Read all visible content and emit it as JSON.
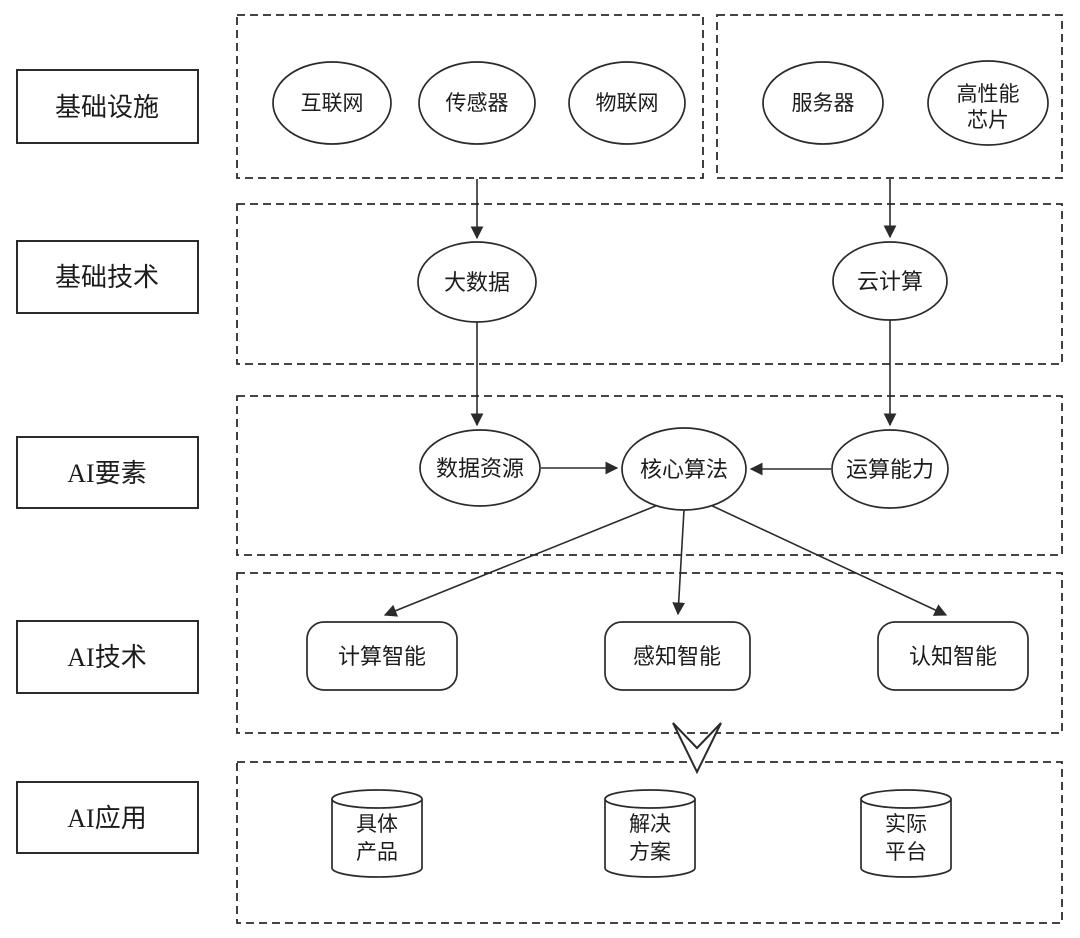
{
  "colors": {
    "stroke": "#2b2b2b",
    "text": "#1c1c1c",
    "background": "#ffffff"
  },
  "rows": {
    "infrastructure": {
      "label": "基础设施",
      "groups": {
        "network": {
          "internet": "互联网",
          "sensor": "传感器",
          "iot": "物联网"
        },
        "hardware": {
          "server": "服务器",
          "hp_chip": [
            "高性能",
            "芯片"
          ]
        }
      }
    },
    "base_technology": {
      "label": "基础技术",
      "nodes": {
        "big_data": "大数据",
        "cloud_computing": "云计算"
      }
    },
    "ai_elements": {
      "label": "AI要素",
      "nodes": {
        "data_resource": "数据资源",
        "core_algorithm": "核心算法",
        "computing_power": "运算能力"
      }
    },
    "ai_technology": {
      "label": "AI技术",
      "nodes": {
        "computational": "计算智能",
        "perceptual": "感知智能",
        "cognitive": "认知智能"
      }
    },
    "ai_application": {
      "label": "AI应用",
      "nodes": {
        "product": [
          "具体",
          "产品"
        ],
        "solution": [
          "解决",
          "方案"
        ],
        "platform": [
          "实际",
          "平台"
        ]
      }
    }
  }
}
